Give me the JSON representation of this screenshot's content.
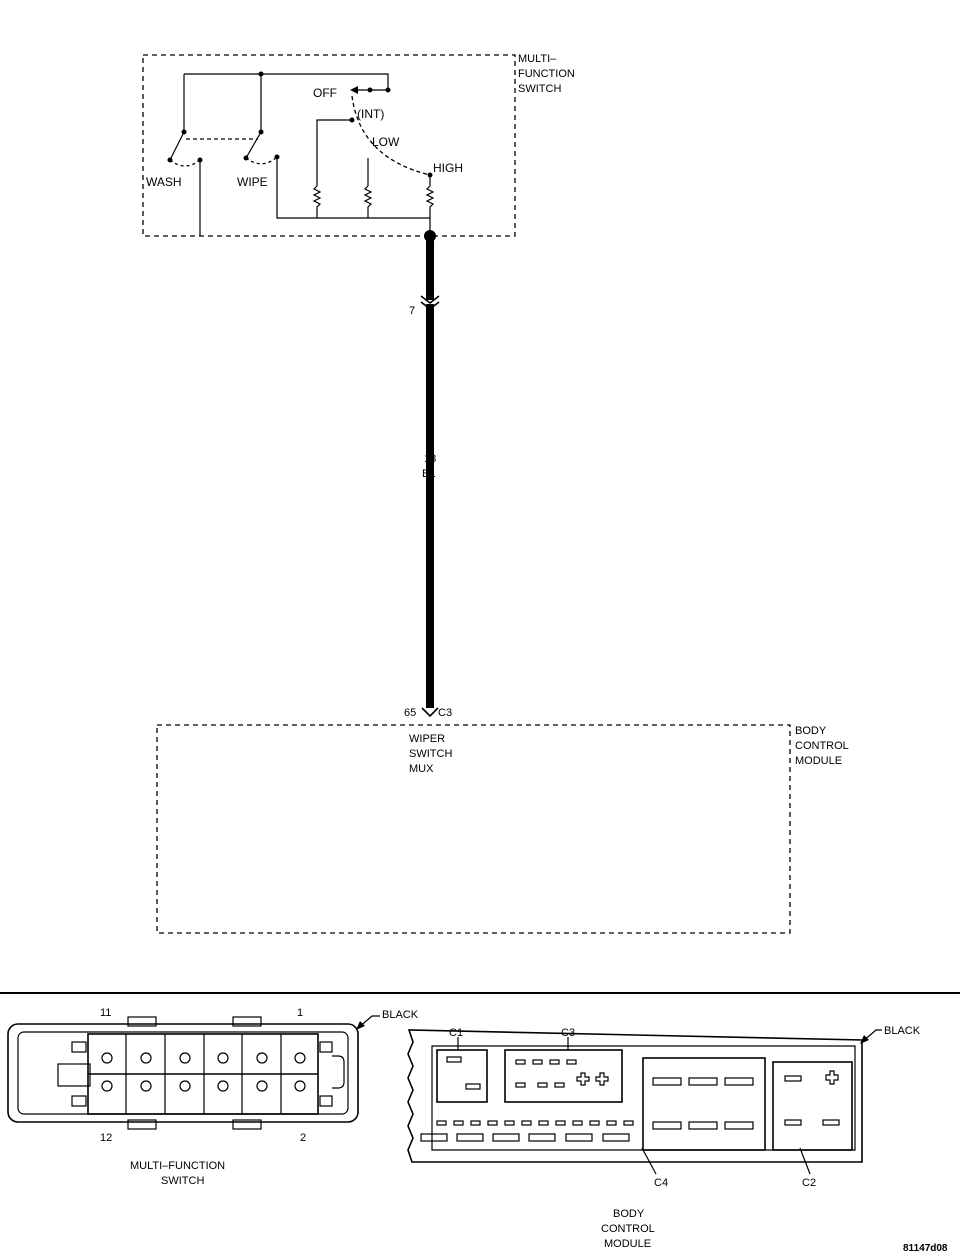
{
  "mfs": {
    "name_line1": "MULTI–",
    "name_line2": "FUNCTION",
    "name_line3": "SWITCH",
    "wash": "WASH",
    "wipe": "WIPE",
    "off": "OFF",
    "int": "(INT)",
    "low": "LOW",
    "high": "HIGH"
  },
  "circuit": {
    "pin_mfs": "7",
    "gauge": "18",
    "color": "BL",
    "pin_bcm": "65",
    "connector_bcm": "C3"
  },
  "bcm": {
    "name_line1": "BODY",
    "name_line2": "CONTROL",
    "name_line3": "MODULE",
    "input_line1": "WIPER",
    "input_line2": "SWITCH",
    "input_line3": "MUX"
  },
  "mfs_connector": {
    "pin_top_left": "11",
    "pin_top_right": "1",
    "pin_bottom_left": "12",
    "pin_bottom_right": "2",
    "color": "BLACK",
    "label_line1": "MULTI–FUNCTION",
    "label_line2": "SWITCH"
  },
  "bcm_connector": {
    "color": "BLACK",
    "c1": "C1",
    "c2": "C2",
    "c3": "C3",
    "c4": "C4",
    "label_line1": "BODY",
    "label_line2": "CONTROL",
    "label_line3": "MODULE"
  },
  "figure_id": "81147d08"
}
